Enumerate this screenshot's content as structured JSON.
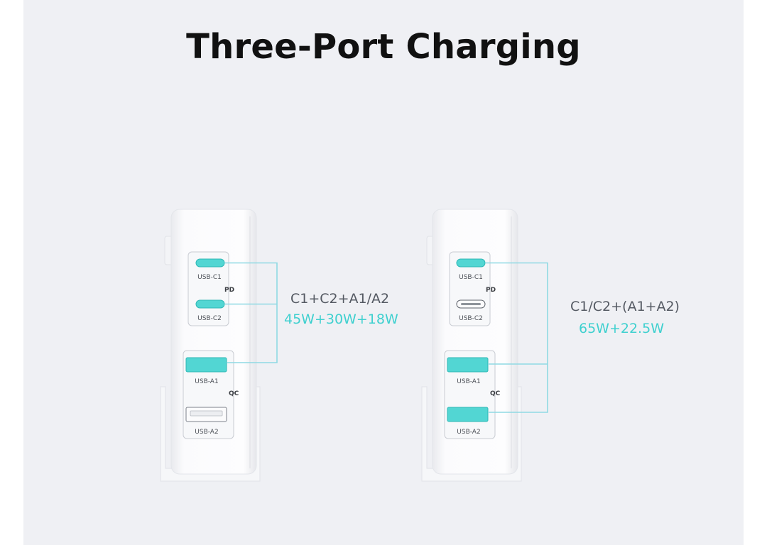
{
  "title": "Three-Port Charging",
  "colors": {
    "accent": "#52d6d3",
    "line": "#8fd9e3",
    "background": "#eff0f4"
  },
  "configs": [
    {
      "id": "config-1",
      "label": "C1+C2+A1/A2",
      "power": "45W+30W+18W",
      "ports": {
        "usb_c1": {
          "label": "USB-C1",
          "active": true
        },
        "usb_c2": {
          "label": "USB-C2",
          "active": true
        },
        "usb_a1": {
          "label": "USB-A1",
          "active": true
        },
        "usb_a2": {
          "label": "USB-A2",
          "active": false
        }
      },
      "pd_label": "PD",
      "qc_label": "QC"
    },
    {
      "id": "config-2",
      "label": "C1/C2+(A1+A2)",
      "power": "65W+22.5W",
      "ports": {
        "usb_c1": {
          "label": "USB-C1",
          "active": true
        },
        "usb_c2": {
          "label": "USB-C2",
          "active": false
        },
        "usb_a1": {
          "label": "USB-A1",
          "active": true
        },
        "usb_a2": {
          "label": "USB-A2",
          "active": true
        }
      },
      "pd_label": "PD",
      "qc_label": "QC"
    }
  ]
}
